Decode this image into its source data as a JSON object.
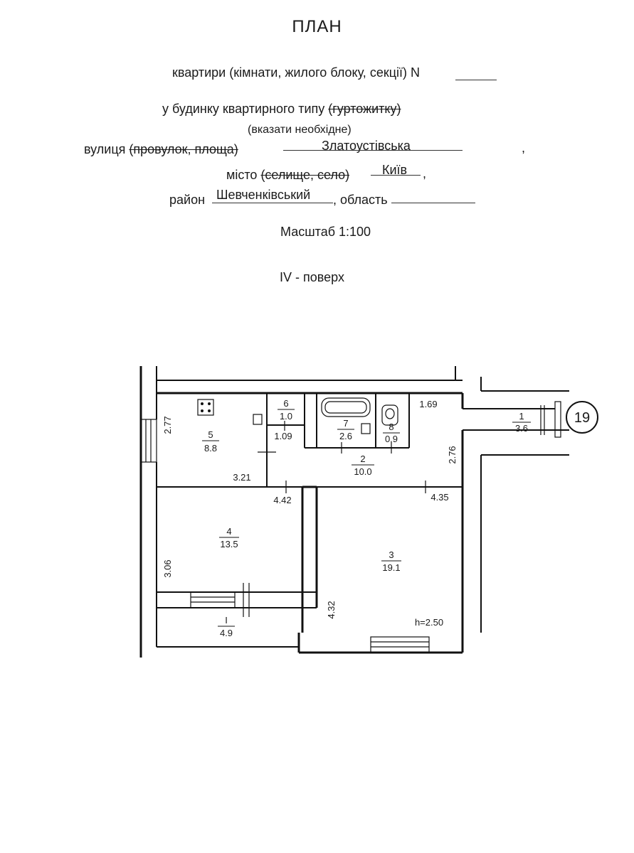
{
  "header": {
    "title": "ПЛАН",
    "line1_text": "квартири (кімнати, жилого блоку, секції) N",
    "line2_prefix": "у будинку квартирного типу ",
    "line2_struck": "(гуртожитку)",
    "line3_note": "(вказати необхідне)",
    "street_label_prefix": "вулиця ",
    "street_label_struck": "(провулок, площа)",
    "street_value": "Златоустівська",
    "street_comma": ",",
    "city_label_prefix": "місто ",
    "city_label_struck": "(селище, село)",
    "city_value": "Київ",
    "city_comma": ",",
    "district_label": "район",
    "district_value": "Шевченківський",
    "region_label": ", область",
    "scale": "Масштаб 1:100",
    "floor": "IV - поверх"
  },
  "plan": {
    "apartment_number": "19",
    "rooms": [
      {
        "num": "1",
        "area": "3.6"
      },
      {
        "num": "2",
        "area": "10.0"
      },
      {
        "num": "3",
        "area": "19.1"
      },
      {
        "num": "4",
        "area": "13.5"
      },
      {
        "num": "5",
        "area": "8.8"
      },
      {
        "num": "6",
        "area": "1.0"
      },
      {
        "num": "7",
        "area": "2.6"
      },
      {
        "num": "8",
        "area": "0.9"
      },
      {
        "num": "I",
        "area": "4.9"
      }
    ],
    "dimensions": {
      "d_277": "2.77",
      "d_321": "3.21",
      "d_109": "1.09",
      "d_169": "1.69",
      "d_276": "2.76",
      "d_442": "4.42",
      "d_435": "4.35",
      "d_306": "3.06",
      "d_432": "4.32"
    },
    "ceiling_height": "h=2.50"
  }
}
